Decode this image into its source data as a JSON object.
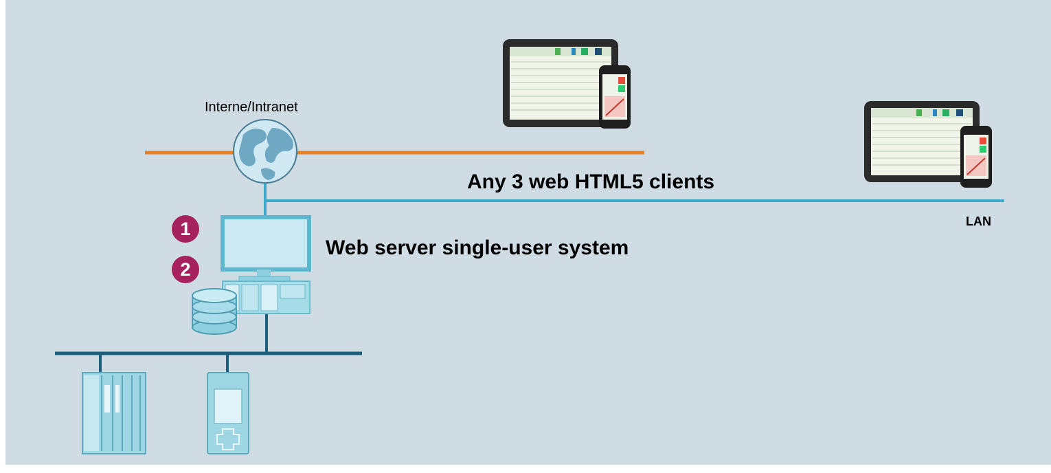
{
  "labels": {
    "internet": "Interne/Intranet",
    "clients": "Any 3 web HTML5 clients",
    "lan": "LAN",
    "server": "Web server single-user system"
  },
  "badges": [
    "1",
    "2"
  ],
  "colors": {
    "background": "#d0dce3",
    "internet_line": "#e67e22",
    "lan_line": "#3fa9c9",
    "fieldbus_line": "#1d5f7a",
    "device_fill": "#8fd0e0",
    "badge": "#a5225e"
  },
  "icons": [
    "globe-icon",
    "monitor-icon",
    "server-pc-icon",
    "database-icon",
    "plc-rack-icon",
    "hmi-panel-icon",
    "tablet-icon",
    "smartphone-icon"
  ]
}
